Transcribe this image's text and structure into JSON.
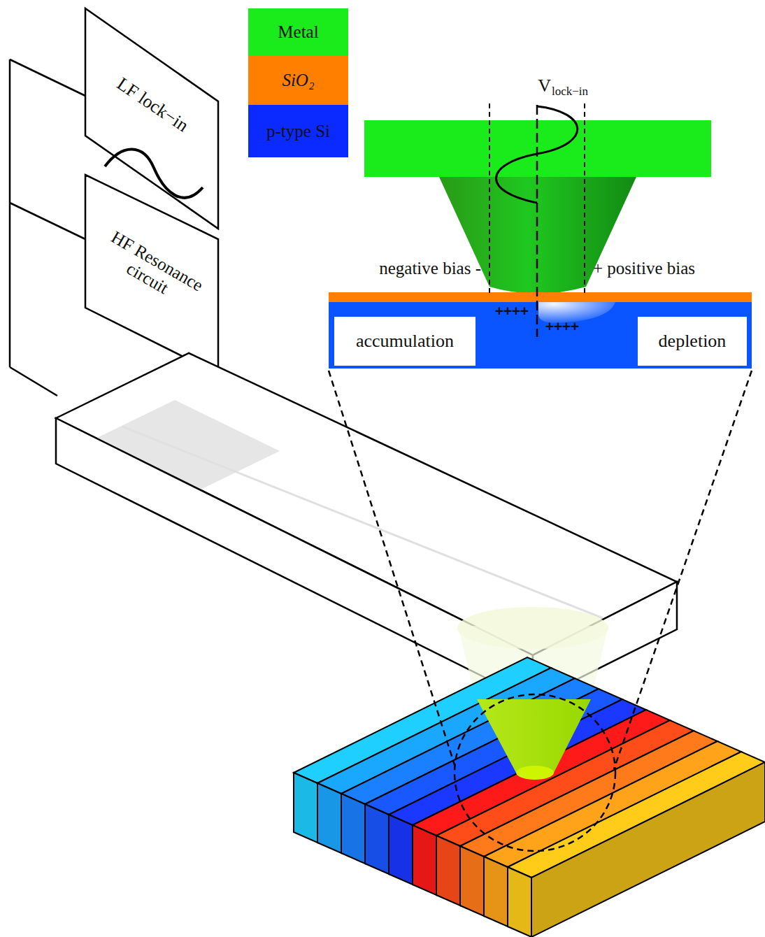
{
  "diagram": {
    "nodes": [
      {
        "text": [
          "LF lock−in"
        ]
      },
      {
        "text": [
          "HF Resonance circuit"
        ]
      },
      {
        "text": [
          "accumulation"
        ]
      },
      {
        "text": [
          "depletion"
        ]
      }
    ],
    "labels": [
      "V",
      "lock−in",
      "negative bias -",
      "+ positive bias",
      "++++",
      "++++"
    ],
    "legend": [
      {
        "text": "Metal",
        "color": "#1aeb1a"
      },
      {
        "text": "SiO₂",
        "color": "#ff8000"
      },
      {
        "text": "p-type Si",
        "color": "#0a2aff"
      }
    ]
  }
}
